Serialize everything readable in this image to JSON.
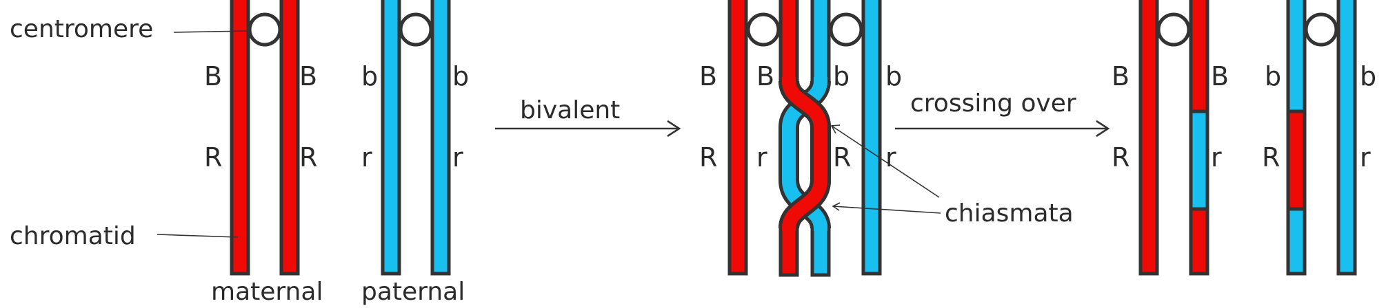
{
  "labels": {
    "centromere": "centromere",
    "chromatid": "chromatid",
    "maternal": "maternal",
    "paternal": "paternal",
    "bivalent": "bivalent",
    "crossing_over": "crossing over",
    "chiasmata": "chiasmata"
  },
  "alleles": {
    "B": "B",
    "b": "b",
    "R": "R",
    "r": "r"
  },
  "colors": {
    "maternal": "#f00a05",
    "paternal": "#18bfef",
    "outline": "#333333",
    "text": "#2b2b2b"
  }
}
